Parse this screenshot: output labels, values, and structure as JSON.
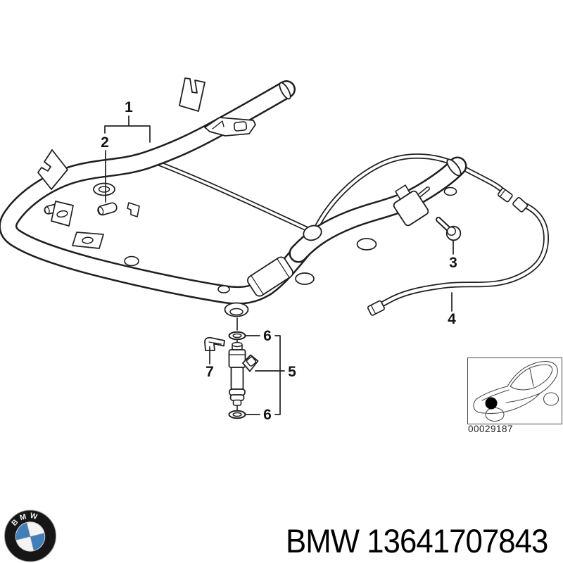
{
  "diagram": {
    "callouts": {
      "c1": "1",
      "c2": "2",
      "c3": "3",
      "c4": "4",
      "c5": "5",
      "c6_top": "6",
      "c6_bottom": "6",
      "c7": "7"
    },
    "thumbnail": {
      "code": "00029187"
    }
  },
  "footer": {
    "logo_text": "BMW",
    "part_number": "BMW 13641707843"
  },
  "colors": {
    "line": "#1f1f1f",
    "logo_blue": "#427fb8",
    "background": "#ffffff"
  }
}
